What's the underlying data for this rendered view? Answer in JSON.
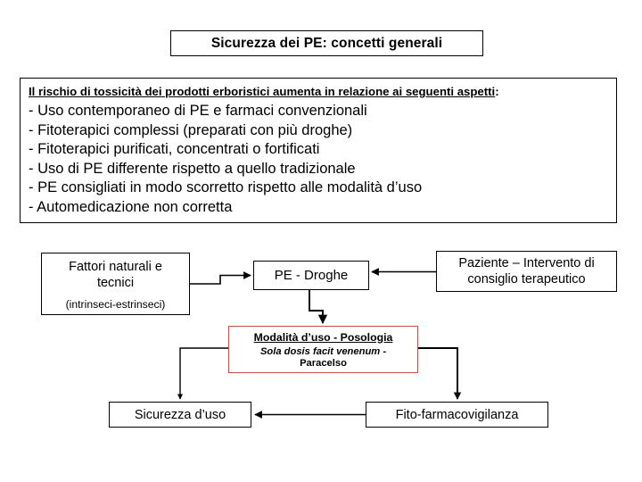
{
  "slide": {
    "title": "Sicurezza dei PE: concetti generali"
  },
  "risk_panel": {
    "heading": "Il rischio di tossicità dei prodotti erboristici aumenta in relazione ai seguenti aspetti",
    "heading_suffix": ":",
    "items": [
      "- Uso contemporaneo di PE e farmaci convenzionali",
      "- Fitoterapici complessi (preparati con più droghe)",
      "- Fitoterapici purificati, concentrati o fortificati",
      "- Uso di PE differente rispetto a quello tradizionale",
      "- PE consigliati in modo scorretto rispetto alle modalità d’uso",
      "-  Automedicazione non corretta"
    ]
  },
  "diagram": {
    "nodes": {
      "fattori": {
        "line1": "Fattori naturali e",
        "line2": "tecnici",
        "sub": "(intrinseci-estrinseci)"
      },
      "pe_droghe": {
        "label": "PE - Droghe"
      },
      "paziente": {
        "line1": "Paziente – Intervento di",
        "line2": "consiglio terapeutico"
      },
      "modalita": {
        "title": "Modalità d’uso - Posologia",
        "quote": "Sola dosis facit venenum -",
        "author": "Paracelso"
      },
      "sicurezza": {
        "label": "Sicurezza d’uso"
      },
      "fito": {
        "label": "Fito-farmacovigilanza"
      }
    },
    "colors": {
      "border": "#000000",
      "modalita_border": "#c0504d",
      "background": "#ffffff"
    }
  }
}
